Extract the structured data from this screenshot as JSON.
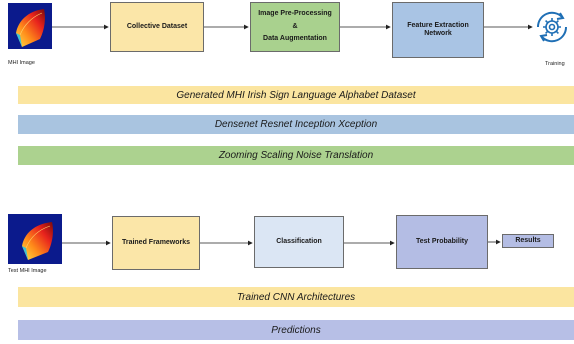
{
  "top_row": {
    "input_caption": "MHI Image",
    "steps": [
      {
        "line1": "Collective Dataset",
        "line2": "",
        "line3": ""
      },
      {
        "line1": "Image Pre-Processing",
        "line2": "&",
        "line3": "Data Augmentation"
      },
      {
        "line1": "Feature Extraction",
        "line2": "Network",
        "line3": ""
      }
    ],
    "output_caption": "Training",
    "output_icon": "gear-refresh-icon"
  },
  "bands_top": [
    "Generated MHI Irish Sign Language Alphabet Dataset",
    "Densenet Resnet Inception Xception",
    "Zooming Scaling Noise Translation"
  ],
  "bottom_row": {
    "input_caption": "Test MHI Image",
    "steps": [
      "Trained Frameworks",
      "Classification",
      "Test Probability"
    ],
    "result": "Results"
  },
  "bands_bottom": [
    "Trained CNN Architectures",
    "Predictions"
  ],
  "colors": {
    "yellow": "#fbe6a8",
    "green": "#a9d18e",
    "blue": "#a9c4e4",
    "lavender": "#b4bde4",
    "thumb_bg": "#0b1a8c"
  }
}
